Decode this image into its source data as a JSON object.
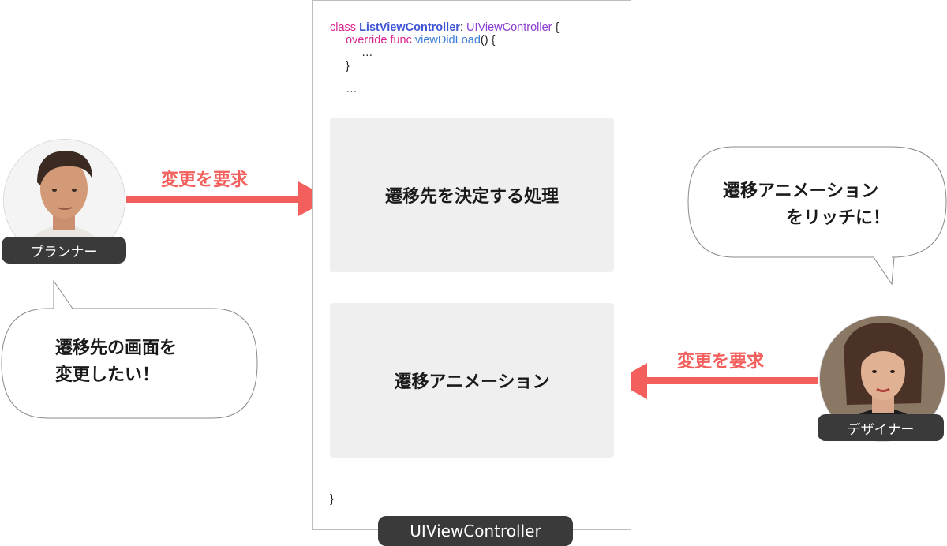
{
  "code": {
    "line1": {
      "kw": "class",
      "cls": "ListViewController",
      "sep": ":",
      "super": "UIViewController",
      "brace": "{"
    },
    "line2": {
      "kw": "override func",
      "fn": "viewDidLoad",
      "rest": "() {"
    },
    "line3": "…",
    "line4": "}",
    "line5": "…",
    "closing": "}"
  },
  "boxes": {
    "decide": "遷移先を決定する処理",
    "animation": "遷移アニメーション"
  },
  "footer_label": "UIViewController",
  "planner": {
    "name": "プランナー",
    "arrow_label": "変更を要求",
    "bubble": [
      "遷移先の画面を",
      "変更したい！"
    ]
  },
  "designer": {
    "name": "デザイナー",
    "arrow_label": "変更を要求",
    "bubble": [
      "遷移アニメーション",
      "をリッチに！"
    ]
  },
  "colors": {
    "accent": "#f25f5c",
    "tag_bg": "#3a3a3a",
    "box_bg": "#efefef"
  }
}
